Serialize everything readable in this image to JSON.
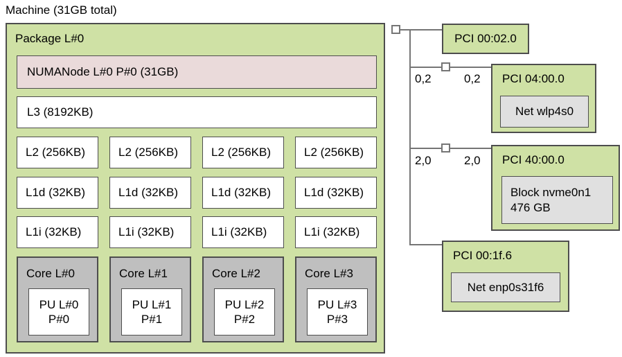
{
  "title": "Machine (31GB total)",
  "package": {
    "label": "Package L#0",
    "numanode": "NUMANode L#0 P#0 (31GB)",
    "l3": "L3 (8192KB)",
    "l2": [
      "L2 (256KB)",
      "L2 (256KB)",
      "L2 (256KB)",
      "L2 (256KB)"
    ],
    "l1d": [
      "L1d (32KB)",
      "L1d (32KB)",
      "L1d (32KB)",
      "L1d (32KB)"
    ],
    "l1i": [
      "L1i (32KB)",
      "L1i (32KB)",
      "L1i (32KB)",
      "L1i (32KB)"
    ],
    "cores": [
      {
        "label": "Core L#0",
        "pu": {
          "line1": "PU L#0",
          "line2": "P#0"
        }
      },
      {
        "label": "Core L#1",
        "pu": {
          "line1": "PU L#1",
          "line2": "P#1"
        }
      },
      {
        "label": "Core L#2",
        "pu": {
          "line1": "PU L#2",
          "line2": "P#2"
        }
      },
      {
        "label": "Core L#3",
        "pu": {
          "line1": "PU L#3",
          "line2": "P#3"
        }
      }
    ]
  },
  "pci": {
    "pci0": {
      "label": "PCI 00:02.0"
    },
    "pci1": {
      "label": "PCI 04:00.0",
      "device": "Net wlp4s0",
      "link_left": "0,2",
      "link_right": "0,2"
    },
    "pci2": {
      "label": "PCI 40:00.0",
      "device_line1": "Block nvme0n1",
      "device_line2": "476 GB",
      "link_left": "2,0",
      "link_right": "2,0"
    },
    "pci3": {
      "label": "PCI 00:1f.6",
      "device": "Net enp0s31f6"
    }
  },
  "colors": {
    "package-green": "#cfe1a5",
    "numanode-pink": "#eadada",
    "core-gray": "#bfbfbf",
    "device-gray": "#e0e0e0",
    "box-white": "#ffffff",
    "border-dark": "#4d4d4d",
    "line-gray": "#757575",
    "text": "#000000",
    "background": "#ffffff"
  }
}
